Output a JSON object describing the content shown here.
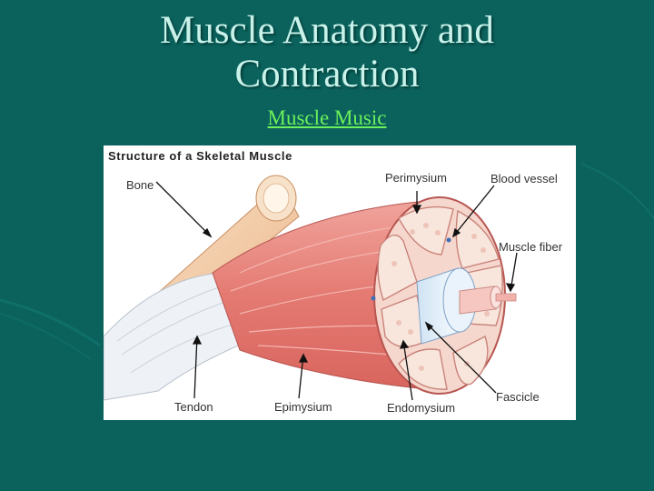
{
  "slide": {
    "title_line1": "Muscle Anatomy and",
    "title_line2": "Contraction",
    "link_text": "Muscle Music"
  },
  "figure": {
    "title": "Structure of a Skeletal Muscle",
    "labels": {
      "bone": "Bone",
      "perimysium": "Perimysium",
      "blood_vessel": "Blood vessel",
      "muscle_fiber": "Muscle fiber",
      "tendon": "Tendon",
      "epimysium": "Epimysium",
      "endomysium": "Endomysium",
      "fascicle": "Fascicle"
    }
  },
  "colors": {
    "background": "#0b625d",
    "title": "#c8f2ea",
    "link": "#6cf05b",
    "muscle": "#e5857f",
    "bone": "#f5cfa8",
    "tendon": "#eef1f5",
    "fascicle": "#f6d7cd"
  }
}
